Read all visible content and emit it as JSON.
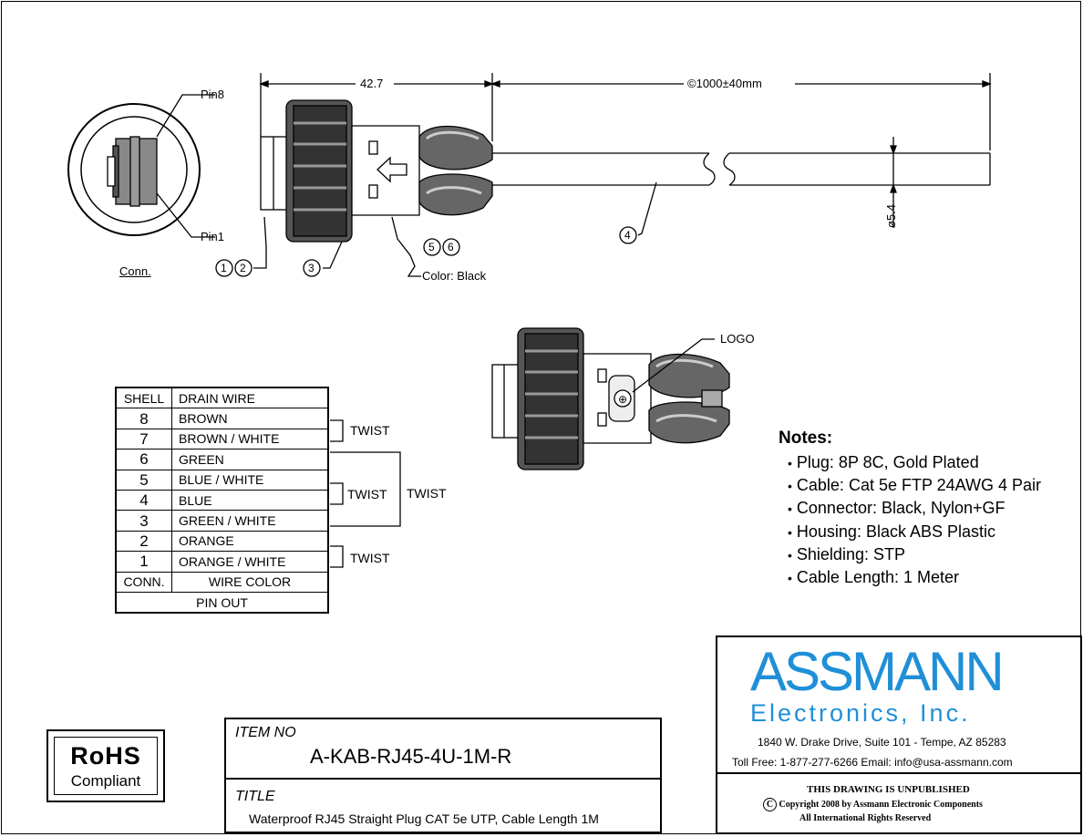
{
  "drawing": {
    "dim_length": "42.7",
    "dim_cable": "1000±40mm",
    "dim_cable_prefix": "©",
    "dim_diameter": "ø5.4",
    "pin8_label": "Pin8",
    "pin1_label": "Pin1",
    "conn_label": "Conn.",
    "callout_1": "1",
    "callout_2": "2",
    "callout_3": "3",
    "callout_4": "4",
    "callout_5": "5",
    "callout_6": "6",
    "color_label": "Color:  Black",
    "logo_label": "LOGO"
  },
  "pinout": {
    "header_left": "SHELL",
    "header_right": "DRAIN  WIRE",
    "rows": [
      {
        "pin": "8",
        "color": "BROWN"
      },
      {
        "pin": "7",
        "color": "BROWN / WHITE"
      },
      {
        "pin": "6",
        "color": "GREEN"
      },
      {
        "pin": "5",
        "color": "BLUE / WHITE"
      },
      {
        "pin": "4",
        "color": "BLUE"
      },
      {
        "pin": "3",
        "color": "GREEN / WHITE"
      },
      {
        "pin": "2",
        "color": "ORANGE"
      },
      {
        "pin": "1",
        "color": "ORANGE / WHITE"
      }
    ],
    "footer_left": "CONN.",
    "footer_right": "WIRE COLOR",
    "footer_title": "PIN OUT",
    "twist_label": "TWIST"
  },
  "notes": {
    "title": "Notes:",
    "items": [
      "Plug: 8P 8C, Gold Plated",
      "Cable: Cat 5e FTP 24AWG 4 Pair",
      "Connector: Black, Nylon+GF",
      "Housing: Black ABS Plastic",
      "Shielding: STP",
      "Cable Length: 1 Meter"
    ]
  },
  "rohs": {
    "line1": "RoHS",
    "line2": "Compliant"
  },
  "title_block": {
    "item_no_label": "ITEM NO",
    "item_no": "A-KAB-RJ45-4U-1M-R",
    "title_label": "TITLE",
    "title": "Waterproof RJ45 Straight Plug CAT 5e UTP, Cable Length 1M"
  },
  "company": {
    "name": "ASSMANN",
    "subtitle": "Electronics, Inc.",
    "address": "1840 W. Drake Drive, Suite 101 - Tempe, AZ 85283",
    "contact": "Toll Free: 1-877-277-6266   Email: info@usa-assmann.com",
    "unpublished": "THIS DRAWING IS UNPUBLISHED",
    "copyright_symbol": "C",
    "copyright": "Copyright 2008 by Assmann Electronic Components",
    "rights": "All International Rights Reserved",
    "brand_color": "#1f8fd8"
  }
}
